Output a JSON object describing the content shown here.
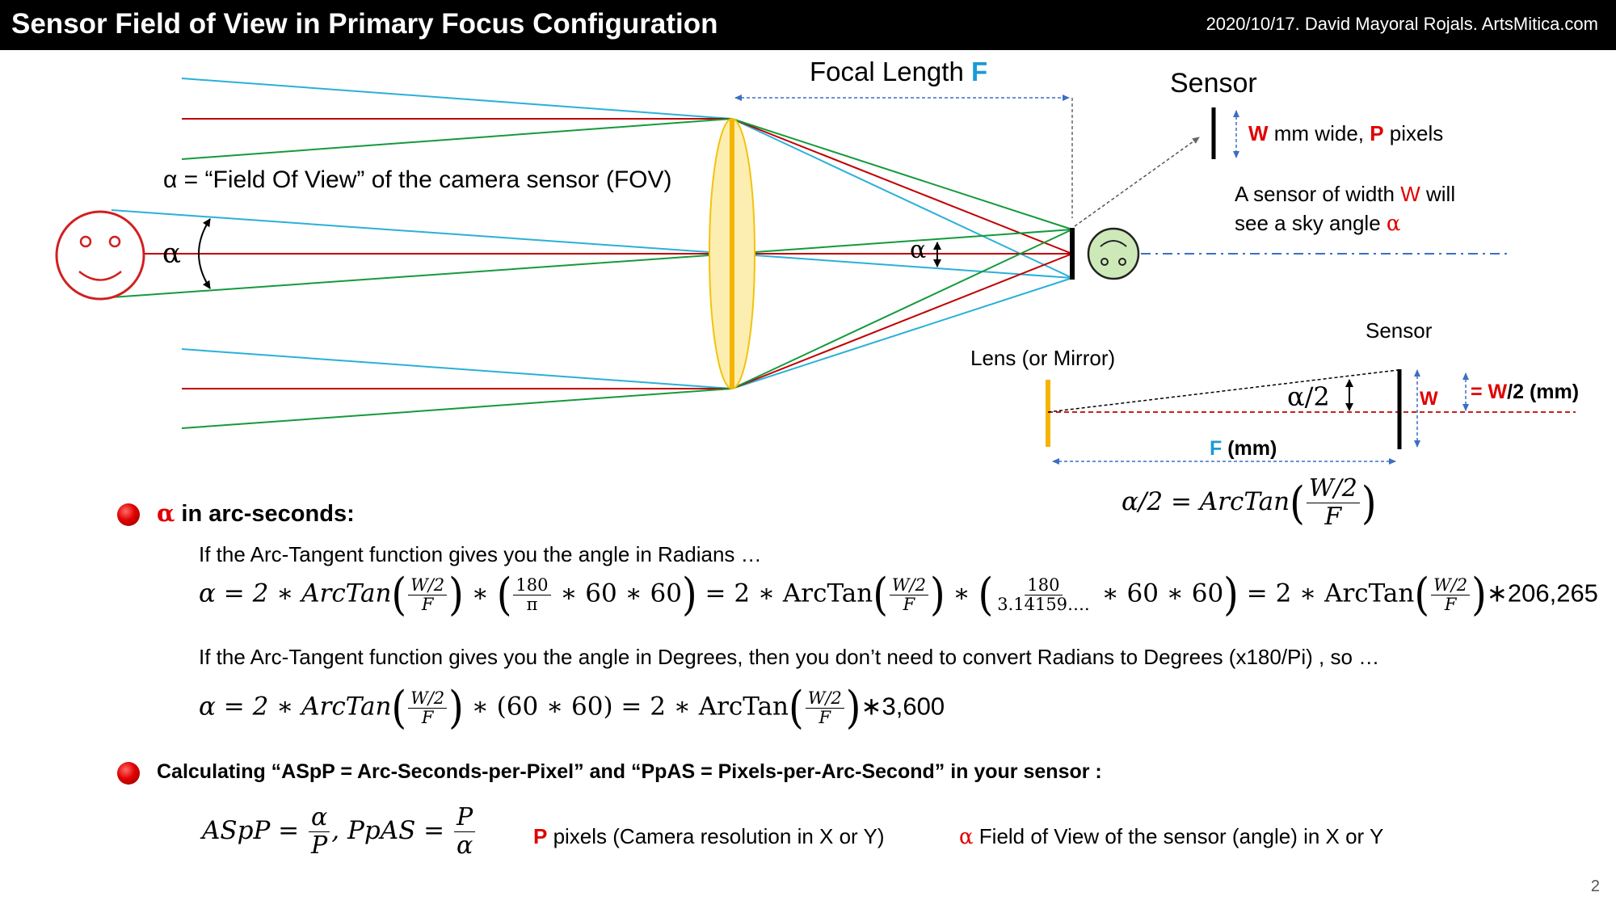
{
  "header": {
    "title": "Sensor Field of View in Primary Focus Configuration",
    "credit": "2020/10/17. David Mayoral Rojals. ArtsMitica.com"
  },
  "diagram": {
    "focal_length_label": "Focal Length ",
    "focal_length_symbol": "F",
    "fov_definition": "α = “Field Of View” of the camera sensor (FOV)",
    "alpha": "α",
    "sensor_title": "Sensor",
    "sensor_w": "W",
    "sensor_w_text": " mm wide, ",
    "sensor_p": "P",
    "sensor_p_text": " pixels",
    "sensor_desc_1": "A sensor of width ",
    "sensor_desc_w": "W",
    "sensor_desc_2": " will",
    "sensor_desc_3": "see a sky angle ",
    "sensor_desc_alpha": "α",
    "small_sensor_label": "Sensor",
    "lens_label": "Lens (or Mirror)",
    "half_alpha": "α/2",
    "w_label": "W",
    "half_w_prefix": "= ",
    "half_w_w": "W",
    "half_w_suffix": "/2 (mm)",
    "f_label": "F",
    "f_units": " (mm)",
    "half_alpha_formula_lhs": "α/2 = ArcTan",
    "half_alpha_formula_num": "W/2",
    "half_alpha_formula_den": "F"
  },
  "section1": {
    "heading_alpha": "α",
    "heading_text": " in arc-seconds:",
    "radians_note": "If the Arc-Tangent function gives you the angle in Radians …",
    "eq1": {
      "lhs": "α = 2 ∗ ArcTan",
      "num": "W/2",
      "den": "F",
      "mult": " ∗ ",
      "num180": "180",
      "pi": "π",
      "times6060": " ∗ 60 ∗ 60",
      "eq2": " = 2 ∗ ArcTan",
      "pi_value": "3.14159….",
      "eq3": " = 2 ∗ ArcTan",
      "result": "∗206,265"
    },
    "degrees_note": "If the Arc-Tangent function gives you the angle in Degrees, then you don’t need to convert Radians to Degrees (x180/Pi) , so …",
    "eq2": {
      "lhs": "α = 2 ∗ ArcTan",
      "mid": " ∗ (60 ∗ 60) = 2 ∗ ArcTan",
      "result": "∗3,600"
    }
  },
  "section2": {
    "heading": "Calculating “ASpP = Arc-Seconds-per-Pixel” and “PpAS = Pixels-per-Arc-Second” in your sensor :",
    "aspp": "ASpP = ",
    "ppas": ", PpAS = ",
    "p_symbol": "P",
    "p_desc": " pixels (Camera resolution in X or Y)",
    "alpha_symbol": "α",
    "alpha_desc": " Field of View of the sensor (angle) in X or Y"
  },
  "page_number": "2",
  "colors": {
    "red_ray": "#c00000",
    "blue_ray": "#2ab0d8",
    "green_ray": "#149a3c",
    "lens": "#f4c20d",
    "lens_fill": "#fbeeb0",
    "emphasis_red": "#e00000",
    "emphasis_blue": "#1a9ad6"
  }
}
